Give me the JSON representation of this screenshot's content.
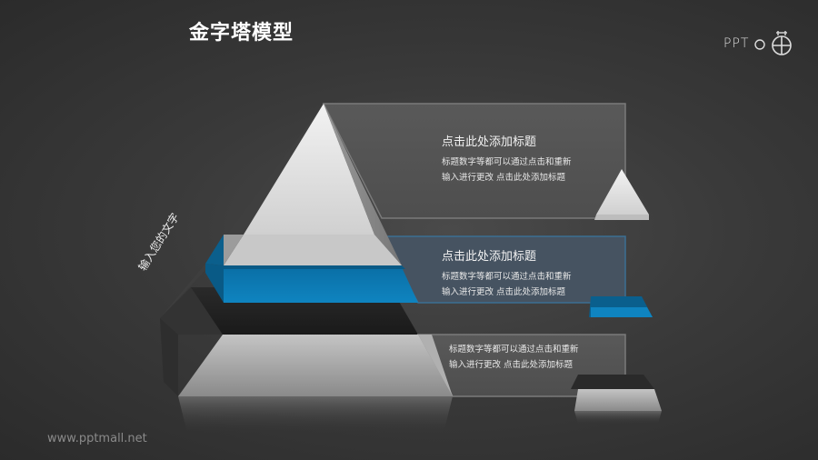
{
  "slide": {
    "title": "金字塔模型",
    "logo_text": "PPT",
    "footer_url": "www.pptmall.net",
    "side_label": "输入您的文字"
  },
  "colors": {
    "background": "#3a3a3a",
    "accent_blue": "#0d78b0",
    "panel_fill": "#555555",
    "panel_blue_fill": "#465361"
  },
  "levels": [
    {
      "name": "top",
      "heading": "点击此处添加标题",
      "lines": [
        "标题数字等都可以通过点击和重新",
        "输入进行更改 点击此处添加标题"
      ]
    },
    {
      "name": "middle",
      "heading": "点击此处添加标题",
      "lines": [
        "标题数字等都可以通过点击和重新",
        "输入进行更改 点击此处添加标题"
      ]
    },
    {
      "name": "bottom",
      "heading": "",
      "lines": [
        "标题数字等都可以通过点击和重新",
        "输入进行更改 点击此处添加标题"
      ]
    }
  ]
}
